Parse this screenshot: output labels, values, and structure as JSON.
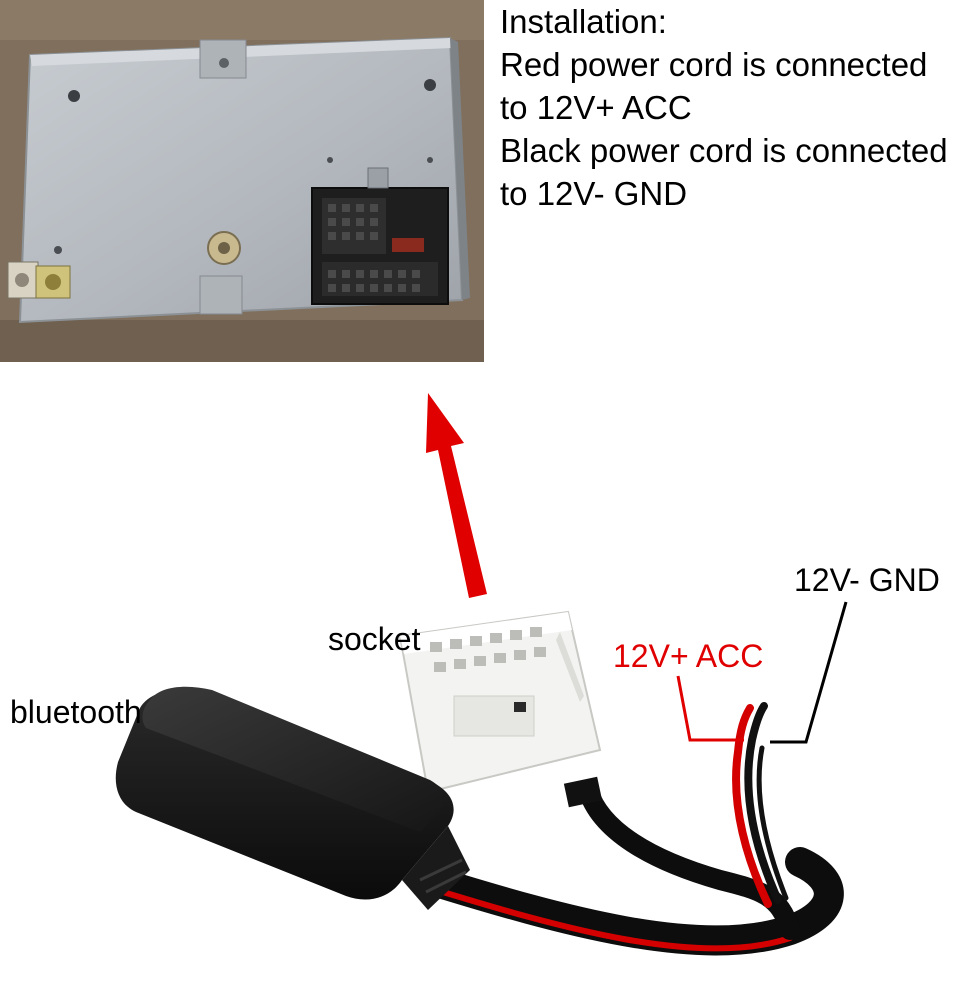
{
  "installation": {
    "heading": "Installation:",
    "line1": "Red power cord is connected",
    "line2": "to 12V+ ACC",
    "line3": "Black power cord is connected",
    "line4": "to 12V- GND"
  },
  "labels": {
    "gnd": "12V- GND",
    "acc": "12V+ ACC",
    "socket": "socket",
    "bluetooth": "bluetooth"
  },
  "colors": {
    "accent_red": "#e00000",
    "text": "#000000",
    "radio_metal": "#b9bec4",
    "module_black": "#151515",
    "socket_white": "#f3f3f1"
  },
  "icons": {
    "arrow": "red-up-arrow-icon"
  }
}
